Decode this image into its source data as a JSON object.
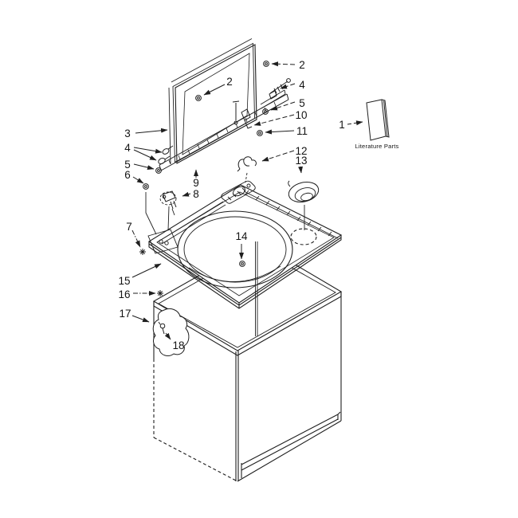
{
  "diagram": {
    "literature_label": "Literature Parts",
    "callouts": {
      "c1": "1",
      "c2_top": "2",
      "c2_lid": "2",
      "c3": "3",
      "c4_left": "4",
      "c4_right": "4",
      "c5_left": "5",
      "c5_right": "5",
      "c6": "6",
      "c7": "7",
      "c8": "8",
      "c9": "9",
      "c10": "10",
      "c11": "11",
      "c12": "12",
      "c13": "13",
      "c14": "14",
      "c15": "15",
      "c16": "16",
      "c17": "17",
      "c18": "18"
    },
    "colors": {
      "line": "#1f1f1f",
      "background": "#ffffff"
    }
  }
}
